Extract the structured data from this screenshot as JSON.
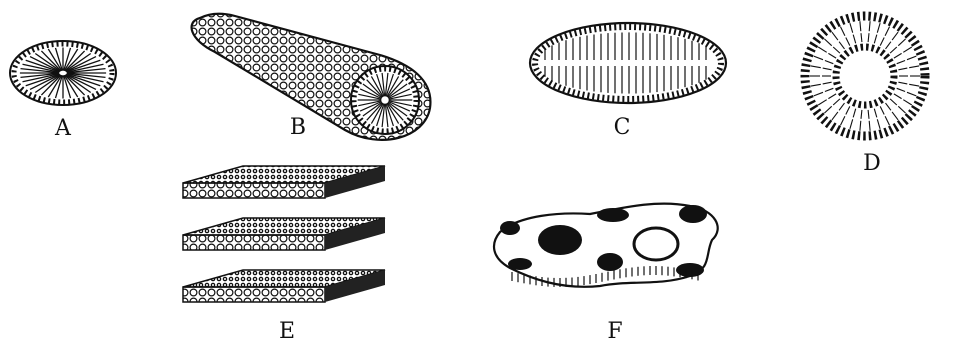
{
  "figures": [
    {
      "id": "A",
      "label": "A",
      "kind": "disc-micelle"
    },
    {
      "id": "B",
      "label": "B",
      "kind": "rod-micelle"
    },
    {
      "id": "C",
      "label": "C",
      "kind": "ellipsoid-micelle"
    },
    {
      "id": "D",
      "label": "D",
      "kind": "vesicle-bilayer"
    },
    {
      "id": "E",
      "label": "E",
      "kind": "lamellar-stack"
    },
    {
      "id": "F",
      "label": "F",
      "kind": "sponge-bilayer"
    }
  ],
  "colors": {
    "ink": "#111111",
    "paper": "#ffffff"
  }
}
